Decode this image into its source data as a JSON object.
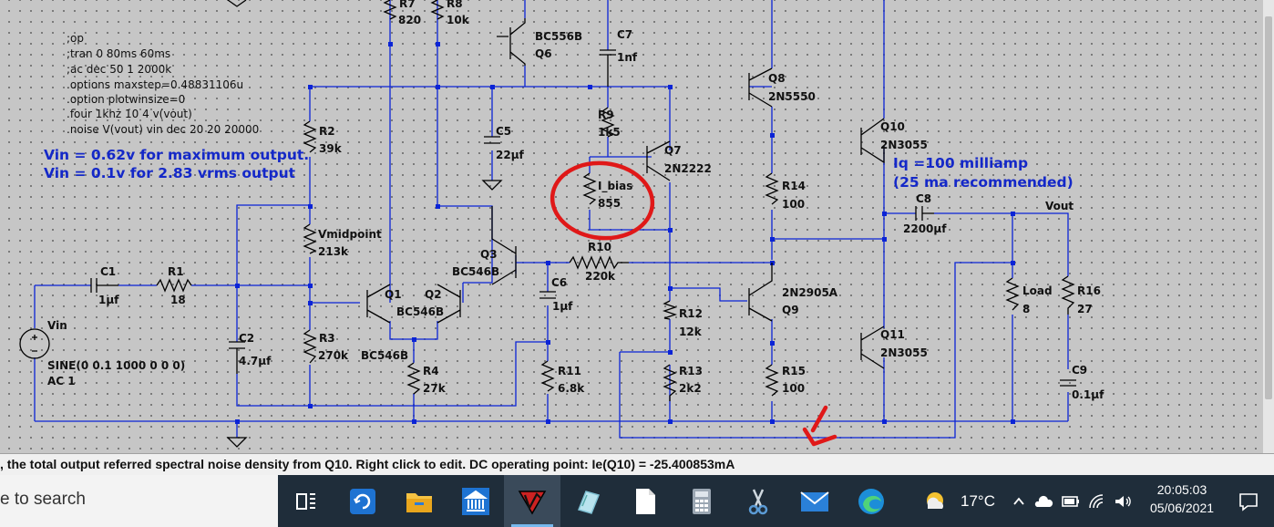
{
  "spice_directives": [
    ";op",
    ";tran 0 80ms 60ms",
    ";ac dec 50 1 2000k",
    ".options maxstep=0.48831106u",
    ".option plotwinsize=0",
    ".four 1khz 10 4 v(vout)",
    ".noise V(vout) vin dec 20 20 20000"
  ],
  "notes": {
    "vin_max": "Vin = 0.62v for maximum output.",
    "vin_283": "Vin = 0.1v for 2.83 vrms output",
    "iq": "Iq =100 milliamp",
    "iq_rec": "(25 ma recommended)"
  },
  "components": {
    "r7": {
      "name": "R7",
      "value": "820"
    },
    "r8": {
      "name": "R8",
      "value": "10k"
    },
    "q6": {
      "name": "Q6",
      "model": "BC556B"
    },
    "c7": {
      "name": "C7",
      "value": "1nf"
    },
    "q8": {
      "name": "Q8",
      "model": "2N5550"
    },
    "r9": {
      "name": "R9",
      "value": "1k5"
    },
    "q10": {
      "name": "Q10",
      "model": "2N3055"
    },
    "r2": {
      "name": "R2",
      "value": "39k"
    },
    "c5": {
      "name": "C5",
      "value": "22µf"
    },
    "q7": {
      "name": "Q7",
      "model": "2N2222"
    },
    "ibias": {
      "name": "I_bias",
      "value": "855"
    },
    "r14": {
      "name": "R14",
      "value": "100"
    },
    "c8": {
      "name": "C8",
      "value": "2200µf"
    },
    "vmid": {
      "name": "Vmidpoint",
      "value": "213k"
    },
    "q3": {
      "name": "Q3",
      "model": "BC546B"
    },
    "r10": {
      "name": "R10",
      "value": "220k"
    },
    "c1": {
      "name": "C1",
      "value": "1µf"
    },
    "r1": {
      "name": "R1",
      "value": "18"
    },
    "q1": {
      "name": "Q1",
      "model": "BC546B"
    },
    "q2": {
      "name": "Q2",
      "model": "BC546B"
    },
    "c6": {
      "name": "C6",
      "value": "1µf"
    },
    "q9": {
      "name": "Q9",
      "model": "2N2905A"
    },
    "load": {
      "name": "Load",
      "value": "8"
    },
    "r16": {
      "name": "R16",
      "value": "27"
    },
    "r12": {
      "name": "R12",
      "value": "12k"
    },
    "vin": {
      "name": "Vin",
      "source": "SINE(0 0.1 1000 0 0 0)",
      "ac": "AC 1"
    },
    "c2": {
      "name": "C2",
      "value": "4.7µf"
    },
    "r3": {
      "name": "R3",
      "value": "270k"
    },
    "r4": {
      "name": "R4",
      "value": "27k"
    },
    "q11": {
      "name": "Q11",
      "model": "2N3055"
    },
    "r11": {
      "name": "R11",
      "value": "6.8k"
    },
    "r13": {
      "name": "R13",
      "value": "2k2"
    },
    "r15": {
      "name": "R15",
      "value": "100"
    },
    "c9": {
      "name": "C9",
      "value": "0.1µf"
    }
  },
  "net_labels": {
    "vout": "Vout"
  },
  "status_bar": {
    "text": ", the total output referred spectral noise density from Q10.  Right click to edit.  DC operating point: Ie(Q10) = -25.400853mA"
  },
  "taskbar": {
    "search_placeholder": "e to search",
    "apps": [
      "task-view",
      "refresh-app",
      "file-explorer",
      "bank-app",
      "ltspice",
      "notes-app",
      "file-app",
      "calculator",
      "snipping-tool",
      "mail",
      "edge"
    ],
    "active_app": "ltspice",
    "weather": "17°C",
    "time": "20:05:03",
    "date": "05/06/2021"
  },
  "colors": {
    "wire": "#0b24d6",
    "note_text": "#1428c8",
    "annotation_red": "#e01818",
    "canvas": "#c6c6c6",
    "taskbar": "#1f2d3a"
  }
}
